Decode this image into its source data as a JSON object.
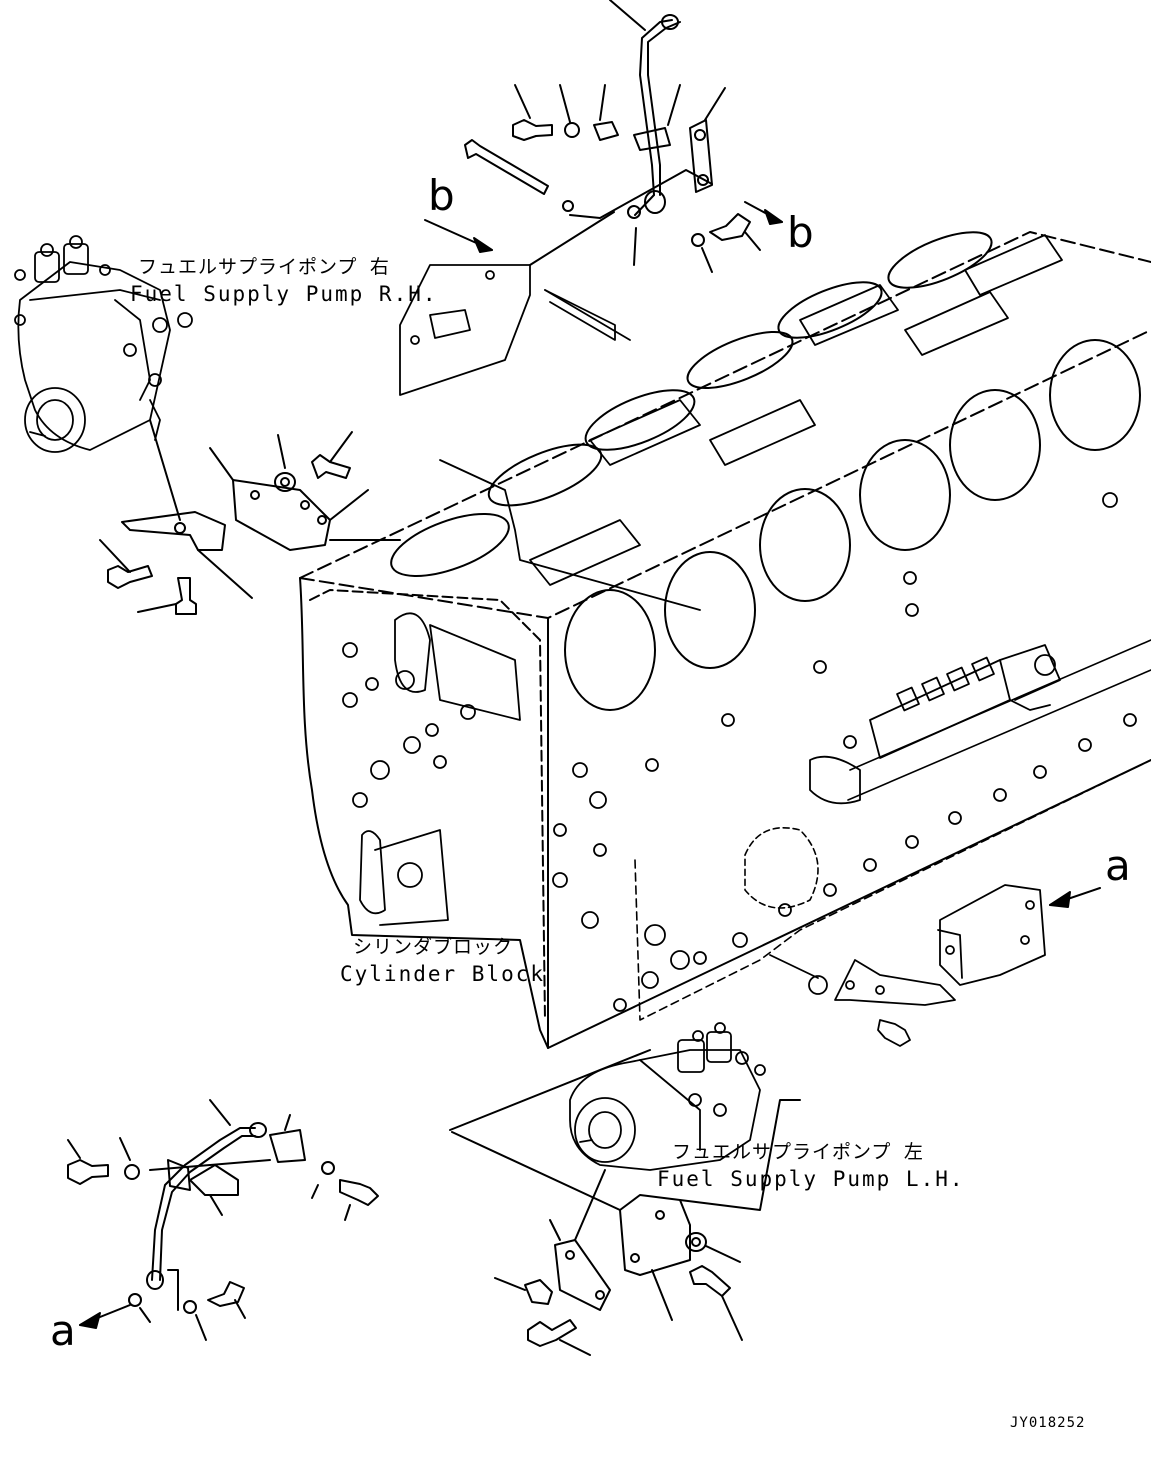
{
  "labels": {
    "pump_rh_jp": "フュエルサプライポンプ 右",
    "pump_rh_en": "Fuel Supply Pump R.H.",
    "pump_lh_jp": "フュエルサプライポンプ 左",
    "pump_lh_en": "Fuel Supply Pump L.H.",
    "block_jp": "シリンダブロック",
    "block_en": "Cylinder Block"
  },
  "refs": {
    "b_left": "b",
    "b_right": "b",
    "a_right": "a",
    "a_left": "a"
  },
  "drawing_code": "JY018252",
  "colors": {
    "line": "#000000",
    "background": "#ffffff"
  }
}
